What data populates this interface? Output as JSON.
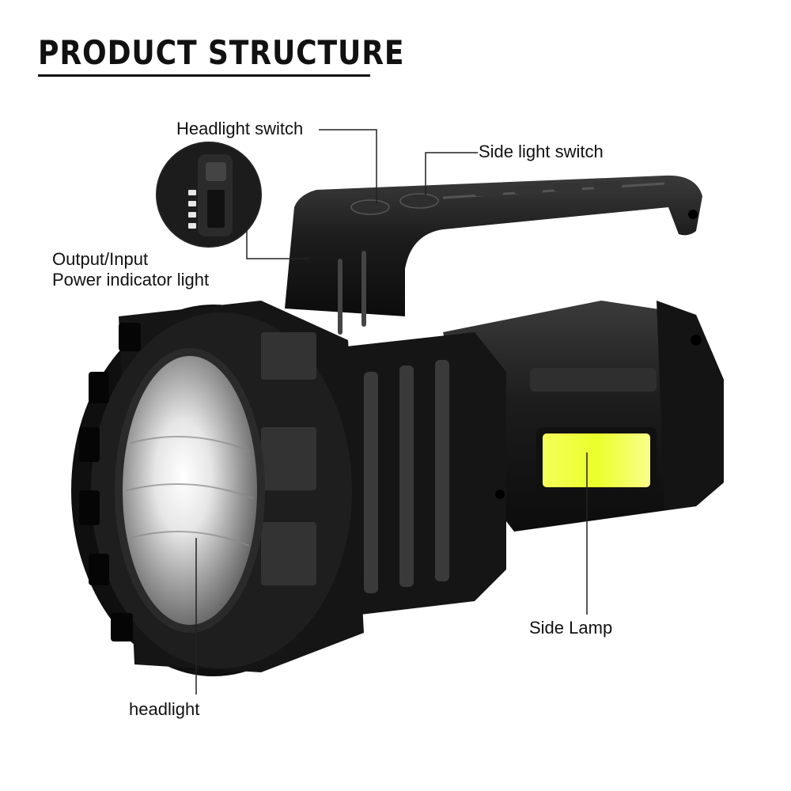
{
  "title": "PRODUCT STRUCTURE",
  "labels": {
    "headlight_switch": "Headlight switch",
    "side_light_switch": "Side light switch",
    "output_input": "Output/Input",
    "power_indicator": "Power indicator light",
    "side_lamp": "Side Lamp",
    "headlight": "headlight"
  },
  "colors": {
    "body": "#1a1a1a",
    "body_mid": "#2b2b2b",
    "highlight": "#4a4a4a",
    "cob_yellow": "#f2ff3a",
    "reflector": "#d9d9d9",
    "leader": "#222222"
  }
}
